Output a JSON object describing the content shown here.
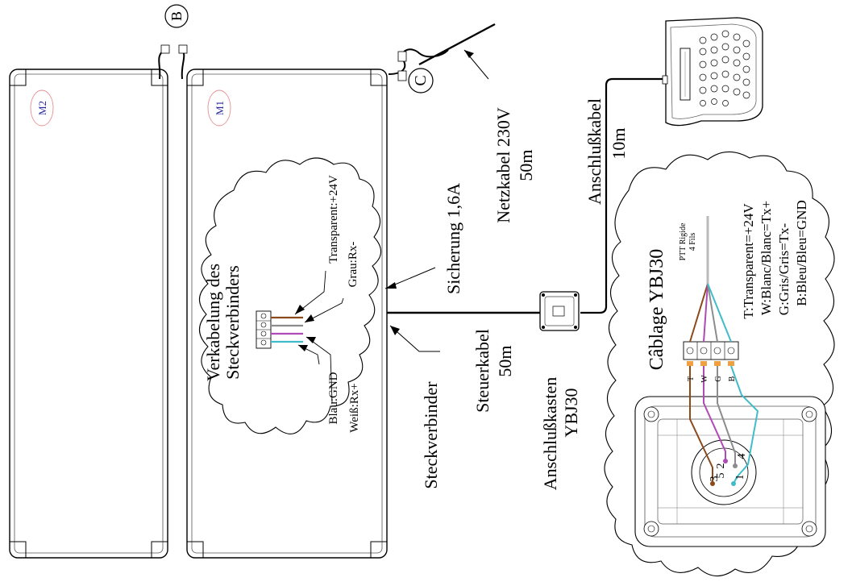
{
  "panels": {
    "m2": "M2",
    "m1": "M1"
  },
  "markers": {
    "b": "B",
    "c": "C"
  },
  "cable_labels": {
    "netzkabel": "Netzkabel 230V",
    "netzkabel_len": "50m",
    "sicherung": "Sicherung 1,6A",
    "anschlusskabel": "Anschlußkabel",
    "anschlusskabel_len": "10m",
    "steuerkabel": "Steuerkabel",
    "steuerkabel_len": "50m",
    "steckverbinder": "Steckverbinder",
    "anschlusskasten": "Anschlußkasten",
    "anschlusskasten_model": "YBJ30"
  },
  "wiring_de": {
    "title_line1": "Verkabelung des",
    "title_line2": "Steckverbinders",
    "transparent": "Transparent:+24V",
    "grau": "Grau:Rx-",
    "blau": "Blau:GND",
    "weiss": "Weiß:Rx+"
  },
  "wiring_fr": {
    "title": "Câblage YBJ30",
    "ptt_line1": "PTT Rigide",
    "ptt_line2": "4 Fils",
    "t": "T:Transparent=+24V",
    "w": "W:Blanc/Blanc=Tx+",
    "g": "G:Gris/Gris=Tx-",
    "b": "B:Bleu/Bleu=GND",
    "term_t": "T",
    "term_w": "W",
    "term_g": "G",
    "term_b": "B",
    "pin_5": "5",
    "pin_2": "2",
    "pin_4": "4",
    "pin_3": "3",
    "pin_1": "1"
  },
  "colors": {
    "brown": "#8b4a1c",
    "purple": "#b04ab4",
    "gray": "#8c8c8c",
    "cyan": "#3fbcc8",
    "orange": "#f0a040",
    "panel_label": "#2a2aa0"
  }
}
